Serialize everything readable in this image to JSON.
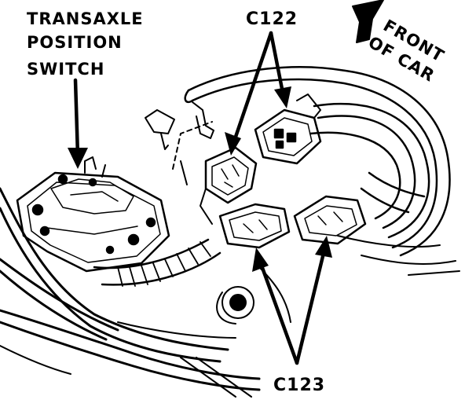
{
  "labels": {
    "switch_line1": "TRANSAXLE",
    "switch_line2": "POSITION",
    "switch_line3": "SWITCH",
    "c122": "C122",
    "c123": "C123",
    "front_line1": "FRONT",
    "front_line2": "OF CAR"
  },
  "colors": {
    "ink": "#000000",
    "paper": "#ffffff"
  }
}
